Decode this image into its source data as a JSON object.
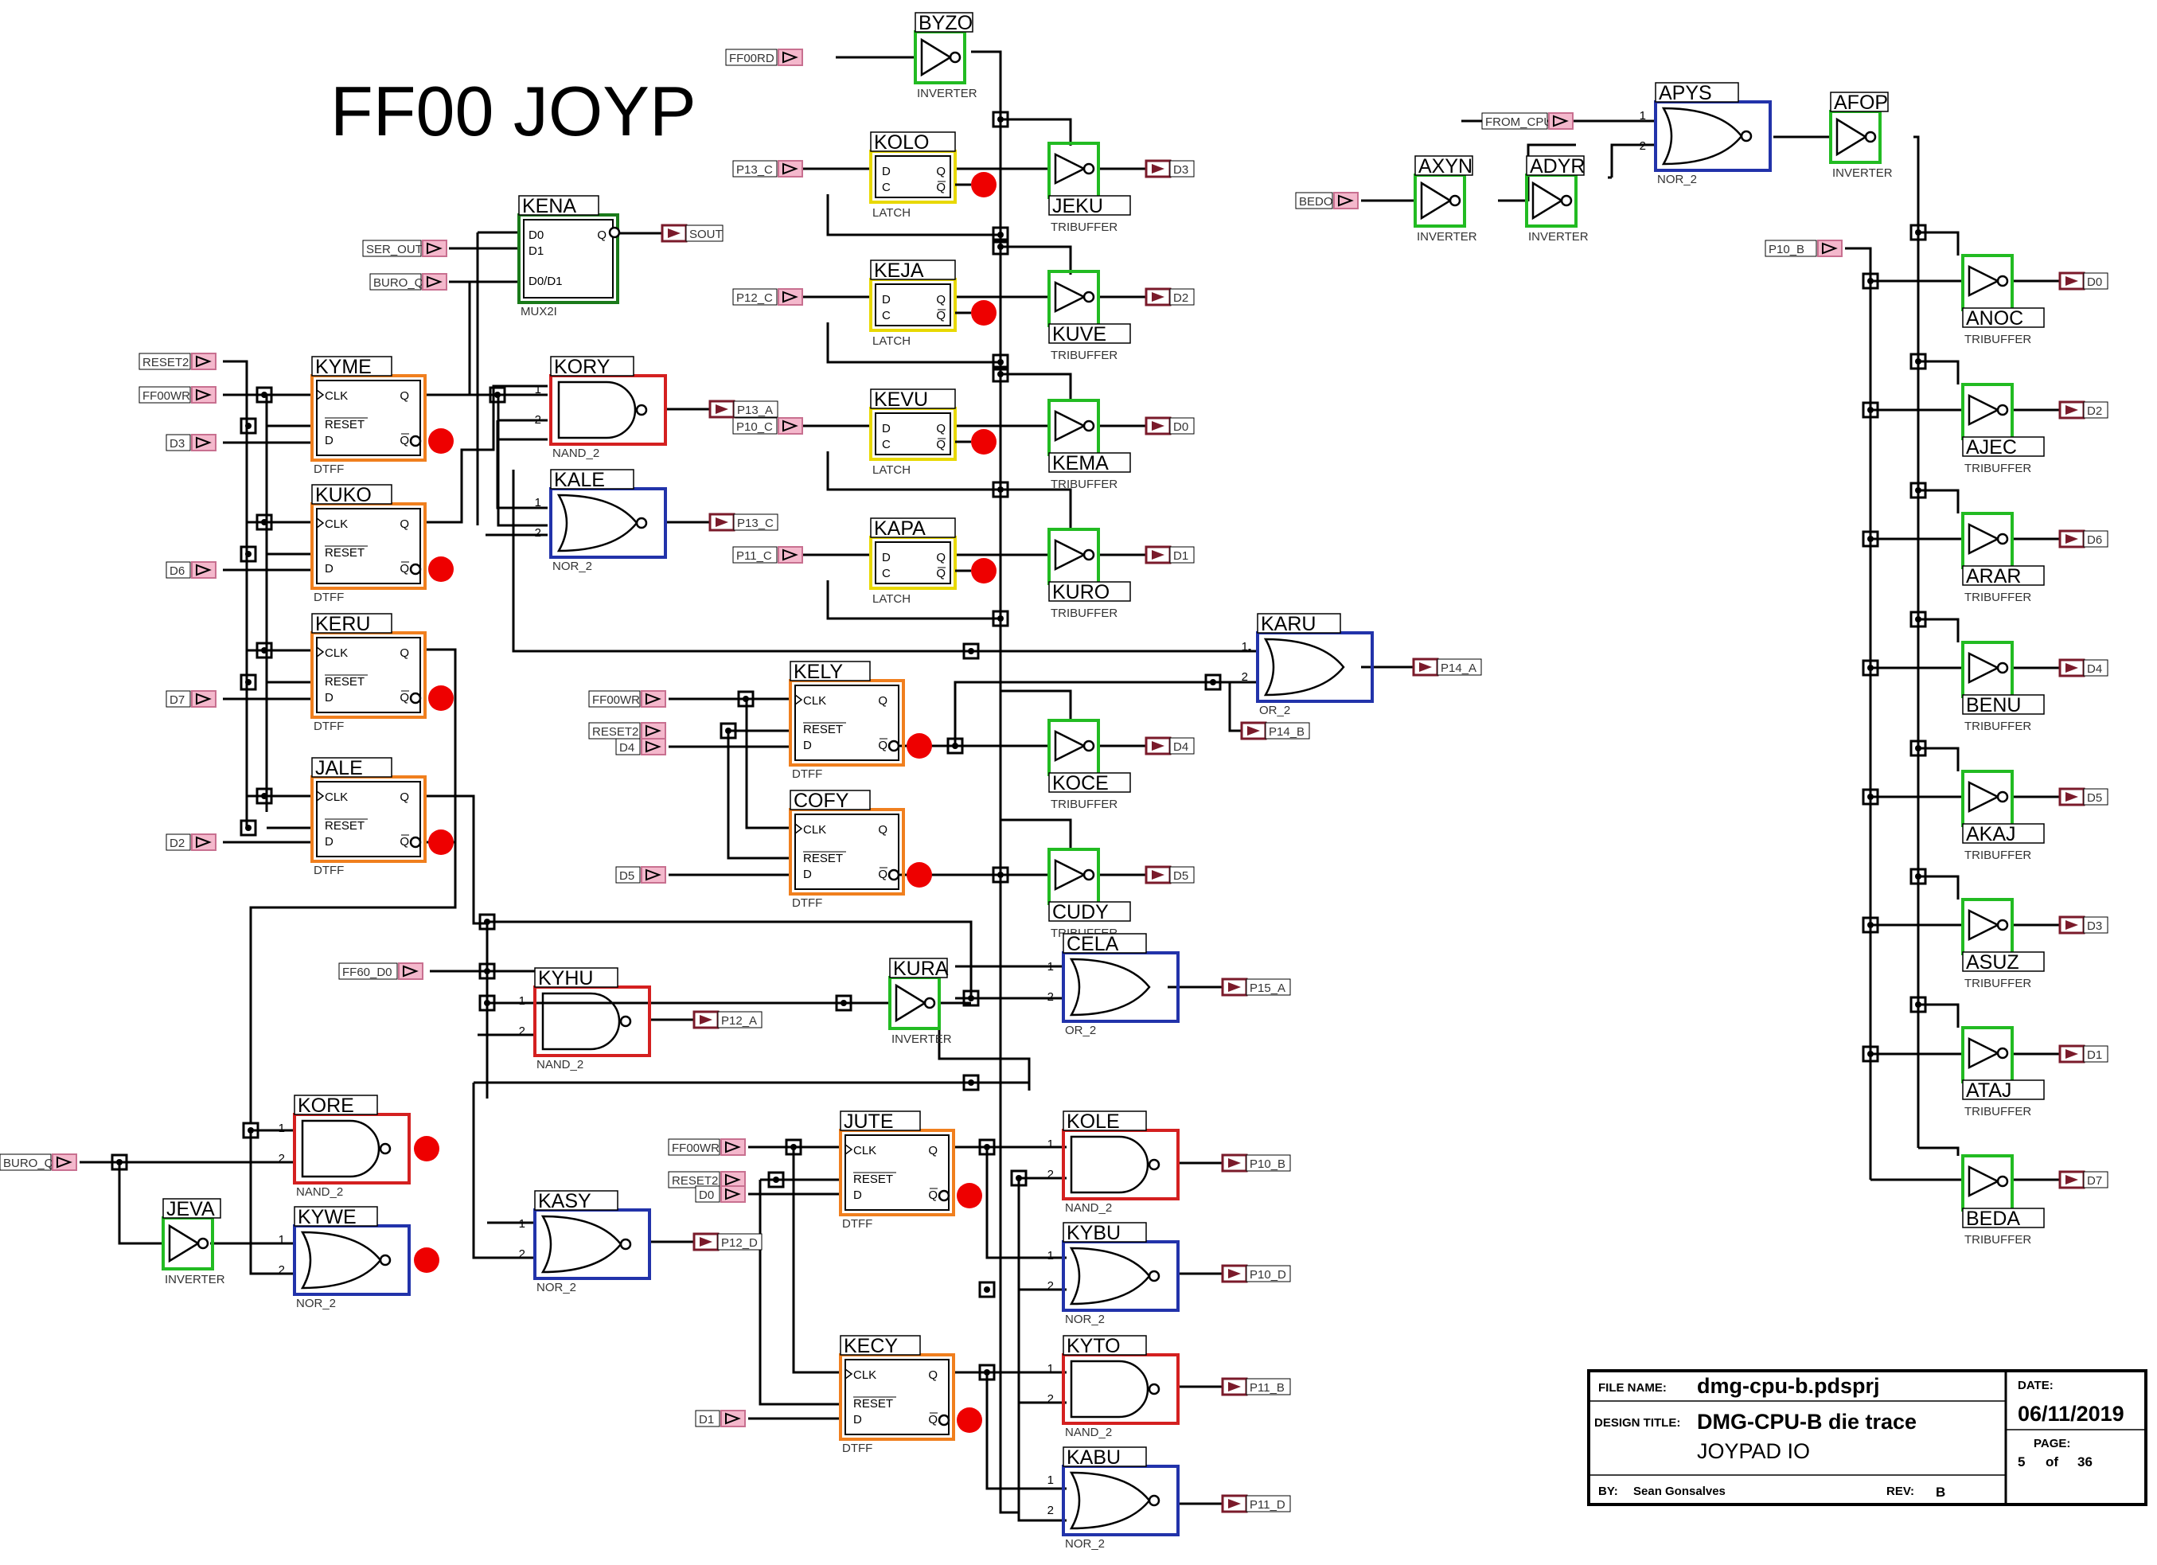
{
  "title": "FF00 JOYP",
  "colors": {
    "wire": "#000000",
    "dtff": "#f07f1e",
    "latch": "#e8d800",
    "inverter": "#22bb22",
    "nand": "#d42020",
    "nor": "#2233aa",
    "or": "#2233aa",
    "mux": "#1a7a1a",
    "input_port": "#f4a8c0",
    "output_port": "#7a1a2a",
    "dot": "#ee0000"
  },
  "gates": [
    {
      "id": "BYZO",
      "type": "INVERTER"
    },
    {
      "id": "KOLO",
      "type": "LATCH"
    },
    {
      "id": "KEJA",
      "type": "LATCH"
    },
    {
      "id": "KEVU",
      "type": "LATCH"
    },
    {
      "id": "KAPA",
      "type": "LATCH"
    },
    {
      "id": "JEKU",
      "type": "TRIBUFFER"
    },
    {
      "id": "KUVE",
      "type": "TRIBUFFER"
    },
    {
      "id": "KEMA",
      "type": "TRIBUFFER"
    },
    {
      "id": "KURO",
      "type": "TRIBUFFER"
    },
    {
      "id": "KENA",
      "type": "MUX2I"
    },
    {
      "id": "KYME",
      "type": "DTFF"
    },
    {
      "id": "KUKO",
      "type": "DTFF"
    },
    {
      "id": "KERU",
      "type": "DTFF"
    },
    {
      "id": "JALE",
      "type": "DTFF"
    },
    {
      "id": "KORY",
      "type": "NAND_2"
    },
    {
      "id": "KALE",
      "type": "NOR_2"
    },
    {
      "id": "KELY",
      "type": "DTFF"
    },
    {
      "id": "COFY",
      "type": "DTFF"
    },
    {
      "id": "KOCE",
      "type": "TRIBUFFER"
    },
    {
      "id": "CUDY",
      "type": "TRIBUFFER"
    },
    {
      "id": "KARU",
      "type": "OR_2"
    },
    {
      "id": "CELA",
      "type": "OR_2"
    },
    {
      "id": "KURA",
      "type": "INVERTER"
    },
    {
      "id": "KYHU",
      "type": "NAND_2"
    },
    {
      "id": "KORE",
      "type": "NAND_2"
    },
    {
      "id": "KYWE",
      "type": "NOR_2"
    },
    {
      "id": "JEVA",
      "type": "INVERTER"
    },
    {
      "id": "KASY",
      "type": "NOR_2"
    },
    {
      "id": "JUTE",
      "type": "DTFF"
    },
    {
      "id": "KECY",
      "type": "DTFF"
    },
    {
      "id": "KOLE",
      "type": "NAND_2"
    },
    {
      "id": "KYBU",
      "type": "NOR_2"
    },
    {
      "id": "KYTO",
      "type": "NAND_2"
    },
    {
      "id": "KABU",
      "type": "NOR_2"
    },
    {
      "id": "APYS",
      "type": "NOR_2"
    },
    {
      "id": "AFOP",
      "type": "INVERTER"
    },
    {
      "id": "AXYN",
      "type": "INVERTER"
    },
    {
      "id": "ADYR",
      "type": "INVERTER"
    },
    {
      "id": "ANOC",
      "type": "TRIBUFFER"
    },
    {
      "id": "AJEC",
      "type": "TRIBUFFER"
    },
    {
      "id": "ARAR",
      "type": "TRIBUFFER"
    },
    {
      "id": "BENU",
      "type": "TRIBUFFER"
    },
    {
      "id": "AKAJ",
      "type": "TRIBUFFER"
    },
    {
      "id": "ASUZ",
      "type": "TRIBUFFER"
    },
    {
      "id": "ATAJ",
      "type": "TRIBUFFER"
    },
    {
      "id": "BEDA",
      "type": "TRIBUFFER"
    }
  ],
  "pin_text": {
    "d": "D",
    "c": "C",
    "q": "Q",
    "qbar": "Q",
    "clk": "CLK",
    "reset": "RESET",
    "d0": "D0",
    "d1": "D1",
    "d0d1": "D0/D1",
    "in1": "1",
    "in2": "2"
  },
  "ports": {
    "FF00RD": "FF00RD",
    "P13_C": "P13_C",
    "P12_C": "P12_C",
    "P10_C": "P10_C",
    "P11_C": "P11_C",
    "SER_OUT": "SER_OUT",
    "BURO_Q": "BURO_Q",
    "RESET2": "RESET2",
    "FF00WR": "FF00WR",
    "D0": "D0",
    "D1": "D1",
    "D2": "D2",
    "D3": "D3",
    "D4": "D4",
    "D5": "D5",
    "D6": "D6",
    "D7": "D7",
    "SOUT": "SOUT",
    "P13_A": "P13_A",
    "P12_A": "P12_A",
    "P14_A": "P14_A",
    "P14_B": "P14_B",
    "P15_A": "P15_A",
    "P12_D": "P12_D",
    "P10_B": "P10_B",
    "P10_D": "P10_D",
    "P11_B": "P11_B",
    "P11_D": "P11_D",
    "FF60_D0": "FF60_D0",
    "FROM_CPU": "FROM_CPU",
    "BEDO": "BEDO",
    "P10_B2": "P10_B"
  },
  "title_block": {
    "file_name_label": "FILE NAME:",
    "file_name": "dmg-cpu-b.pdsprj",
    "design_title_label": "DESIGN TITLE:",
    "design_title_1": "DMG-CPU-B die trace",
    "design_title_2": "JOYPAD IO",
    "by_label": "BY:",
    "by": "Sean Gonsalves",
    "rev_label": "REV:",
    "rev": "B",
    "date_label": "DATE:",
    "date": "06/11/2019",
    "page_label": "PAGE:",
    "page": "5",
    "of_label": "of",
    "page_total": "36"
  }
}
